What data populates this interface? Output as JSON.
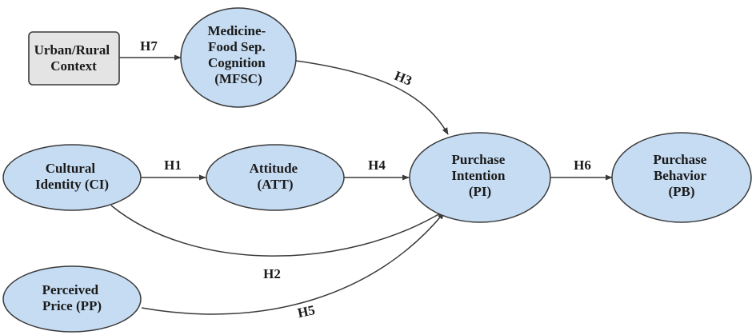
{
  "nodes": {
    "urc": {
      "lines": [
        "Urban/Rural",
        "Context"
      ],
      "shape": "rect"
    },
    "mfsc": {
      "lines": [
        "Medicine-",
        "Food Sep.",
        "Cognition",
        "(MFSC)"
      ],
      "shape": "ellipse"
    },
    "ci": {
      "lines": [
        "Cultural",
        "Identity (CI)"
      ],
      "shape": "ellipse"
    },
    "att": {
      "lines": [
        "Attitude",
        "(ATT)"
      ],
      "shape": "ellipse"
    },
    "pi": {
      "lines": [
        "Purchase",
        "Intention",
        "(PI)"
      ],
      "shape": "ellipse"
    },
    "pb": {
      "lines": [
        "Purchase",
        "Behavior",
        "(PB)"
      ],
      "shape": "ellipse"
    },
    "pp": {
      "lines": [
        "Perceived",
        "Price (PP)"
      ],
      "shape": "ellipse"
    }
  },
  "edges": [
    {
      "id": "h7",
      "label": "H7",
      "from": "Urban/Rural Context",
      "to": "Medicine-Food Sep. Cognition (MFSC)"
    },
    {
      "id": "h3",
      "label": "H3",
      "from": "Medicine-Food Sep. Cognition (MFSC)",
      "to": "Purchase Intention (PI)"
    },
    {
      "id": "h1",
      "label": "H1",
      "from": "Cultural Identity (CI)",
      "to": "Attitude (ATT)"
    },
    {
      "id": "h4",
      "label": "H4",
      "from": "Attitude (ATT)",
      "to": "Purchase Intention (PI)"
    },
    {
      "id": "h6",
      "label": "H6",
      "from": "Purchase Intention (PI)",
      "to": "Purchase Behavior (PB)"
    },
    {
      "id": "h2",
      "label": "H2",
      "from": "Cultural Identity (CI)",
      "to": "Purchase Intention (PI)"
    },
    {
      "id": "h5",
      "label": "H5",
      "from": "Perceived Price (PP)",
      "to": "Purchase Intention (PI)"
    }
  ],
  "colors": {
    "node_fill": "#c6dcf3",
    "context_fill": "#e4e4e4",
    "stroke": "#3a3a3a"
  }
}
